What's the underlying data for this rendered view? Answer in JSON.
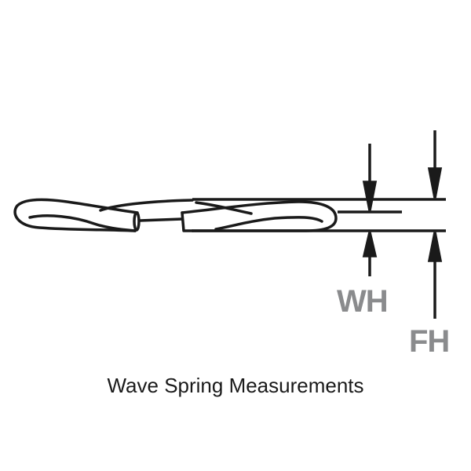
{
  "diagram": {
    "caption": "Wave Spring Measurements",
    "labels": {
      "wh": "WH",
      "fh": "FH"
    },
    "label_color": "#8a8b8d",
    "line_color": "#1a1a1a"
  }
}
